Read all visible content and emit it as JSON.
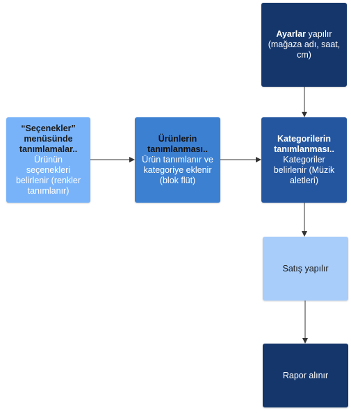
{
  "nodes": {
    "ayarlar": {
      "bold": "Ayarlar",
      "rest": " yapılır (mağaza adı, saat, cm)"
    },
    "secenekler": {
      "heading": "“Seçenekler” menüsünde tanımlamalar..",
      "body": "Ürünün seçenekleri belirlenir (renkler tanımlanır)"
    },
    "urunler": {
      "heading": "Ürünlerin tanımlanması..",
      "body": "Ürün tanımlanır ve kategoriye eklenir (blok flüt)"
    },
    "kategoriler": {
      "heading": "Kategorilerin tanımlanması..",
      "body": "Kategoriler belirlenir (Müzik aletleri)"
    },
    "satis": {
      "label": "Satış yapılır"
    },
    "rapor": {
      "label": "Rapor alınır"
    }
  },
  "colors": {
    "dark_navy": "#14366b",
    "light_blue": "#78b3fa",
    "medium_blue": "#3c80d2",
    "steel_blue": "#2456a0",
    "pale_blue": "#a8cdfa",
    "connector": "#333333"
  }
}
